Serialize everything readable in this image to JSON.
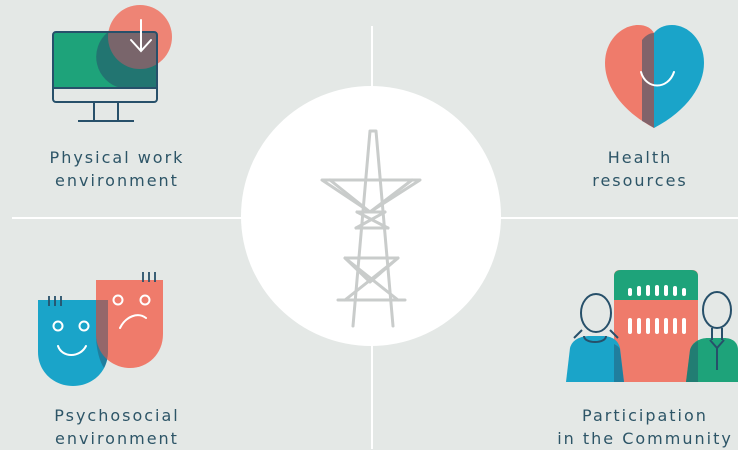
{
  "quadrants": {
    "top_left": {
      "line1": "Physical work",
      "line2": "environment",
      "icon": "computer-monitor-download-icon"
    },
    "top_right": {
      "line1": "Health",
      "line2": "resources",
      "icon": "heart-smile-icon"
    },
    "bottom_left": {
      "line1": "Psychosocial",
      "line2": "environment",
      "icon": "theater-masks-icon"
    },
    "bottom_right": {
      "line1": "Participation",
      "line2": "in the Community",
      "icon": "people-building-icon"
    }
  },
  "center": {
    "icon": "power-pylon-icon"
  },
  "colors": {
    "background": "#e4e8e6",
    "text": "#2d5567",
    "green": "#1ea37a",
    "coral": "#ef7b6b",
    "blue": "#1aa4c9",
    "navy": "#27506a",
    "gray": "#c9cccb",
    "white": "#ffffff"
  }
}
